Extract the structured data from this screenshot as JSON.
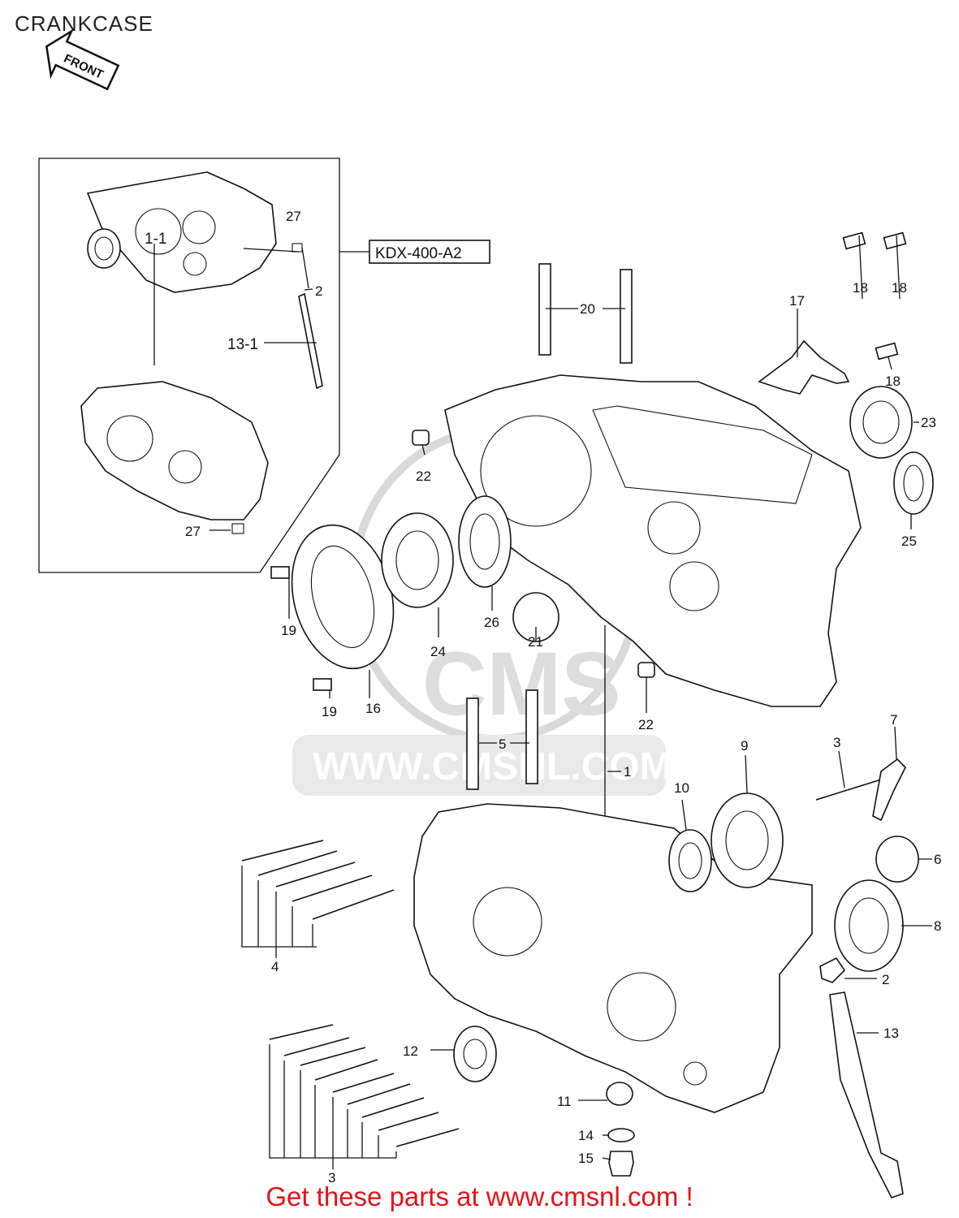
{
  "header": {
    "title": "CRANKCASE"
  },
  "front_arrow": {
    "label": "FRONT"
  },
  "model_box": {
    "label": "KDX-400-A2"
  },
  "watermark": {
    "brand": "CMS",
    "url": "WWW.CMSNL.COM"
  },
  "callouts": {
    "c1_1": "1-1",
    "c27a": "27",
    "c27b": "27",
    "c2a": "2",
    "c13_1": "13-1",
    "c20": "20",
    "c17": "17",
    "c18a": "18",
    "c18b": "18",
    "c18c": "18",
    "c23": "23",
    "c25": "25",
    "c22a": "22",
    "c22b": "22",
    "c26": "26",
    "c24": "24",
    "c21": "21",
    "c19a": "19",
    "c19b": "19",
    "c16": "16",
    "c5": "5",
    "c1": "1",
    "c10": "10",
    "c9": "9",
    "c3a": "3",
    "c7": "7",
    "c6": "6",
    "c8": "8",
    "c2b": "2",
    "c13": "13",
    "c4": "4",
    "c12": "12",
    "c11": "11",
    "c14": "14",
    "c15": "15",
    "c3b": "3"
  },
  "footer": {
    "cta": "Get these parts at www.cmsnl.com !"
  }
}
